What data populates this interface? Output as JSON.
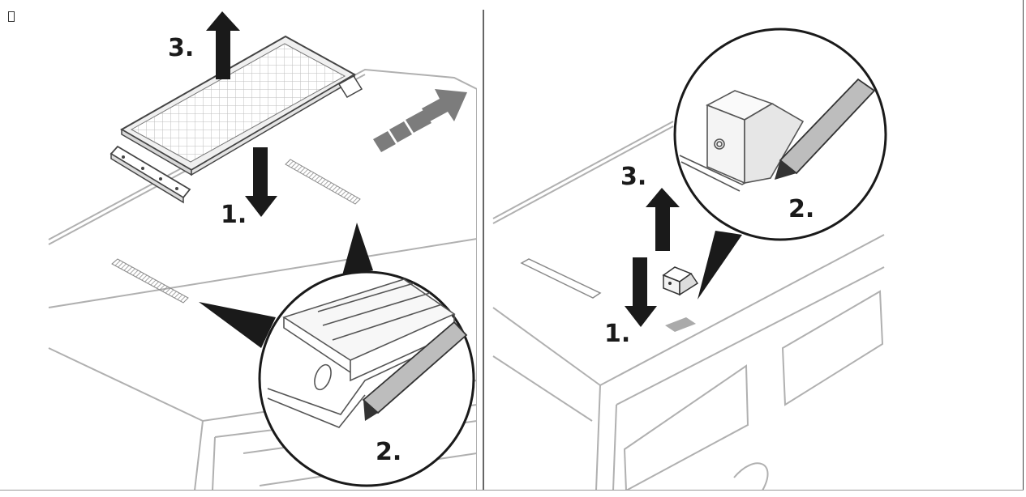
{
  "panels": [
    {
      "id": "left",
      "steps": [
        {
          "label": "3."
        },
        {
          "label": "1."
        },
        {
          "label": "2."
        }
      ]
    },
    {
      "id": "right",
      "steps": [
        {
          "label": "3."
        },
        {
          "label": "1."
        },
        {
          "label": "2."
        }
      ]
    }
  ],
  "colors": {
    "ink": "#1a1a1a",
    "line": "#555555",
    "light_line": "#b8b8b8",
    "arrow_gray": "#8a8a8a",
    "hatch": "#9a9a9a",
    "fill_light": "#f4f4f4"
  }
}
